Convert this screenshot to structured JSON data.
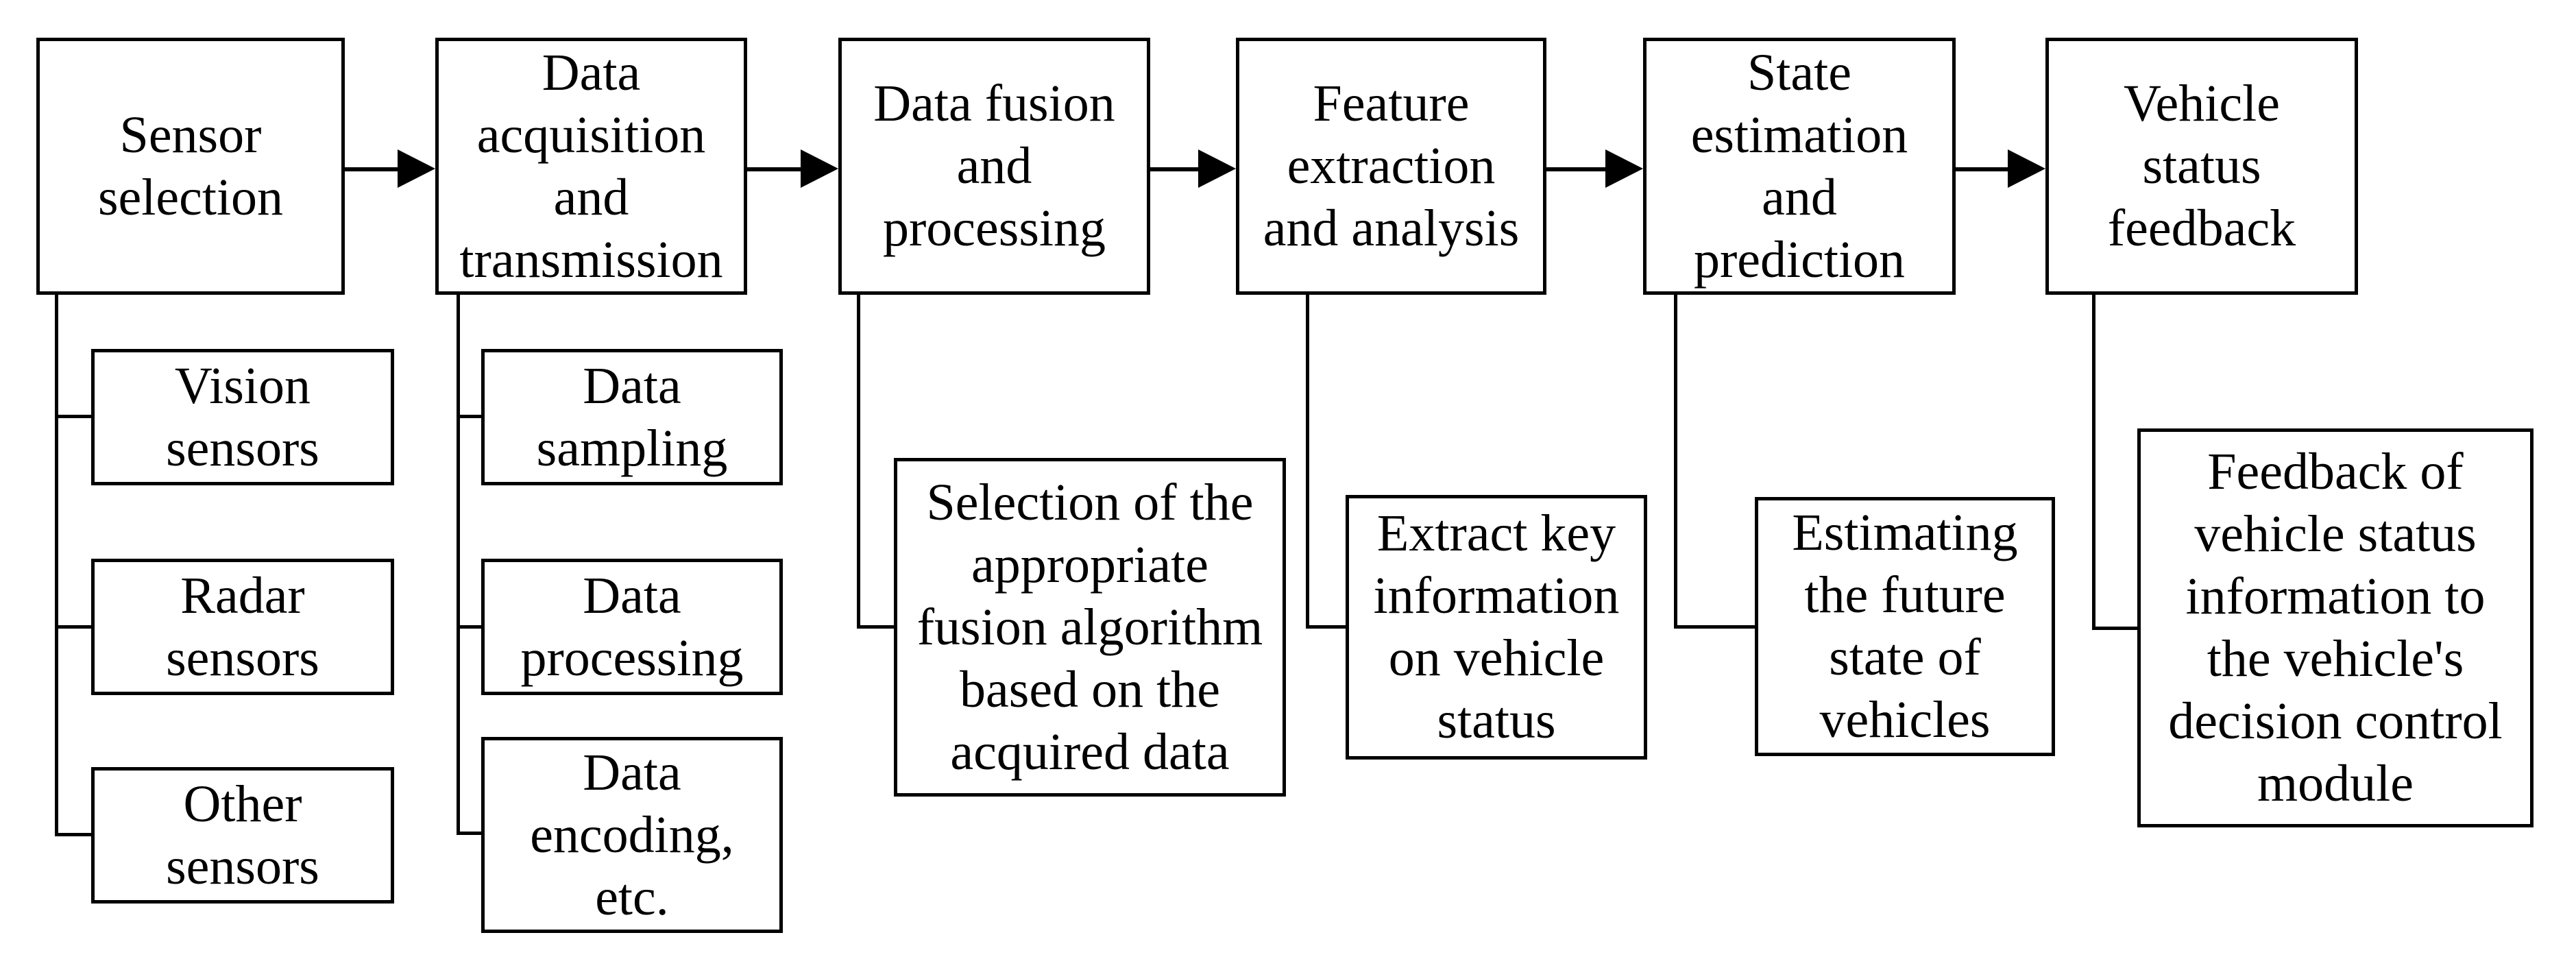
{
  "page": {
    "background": "#ffffff"
  },
  "flow": {
    "type": "flowchart",
    "direction": "left-to-right",
    "colors": {
      "line": "#000000",
      "box_border": "#000000",
      "box_background": "#ffffff",
      "text": "#000000"
    },
    "steps": [
      {
        "label": "Sensor\nselection",
        "children": [
          {
            "label": "Vision\nsensors"
          },
          {
            "label": "Radar\nsensors"
          },
          {
            "label": "Other\nsensors"
          }
        ]
      },
      {
        "label": "Data\nacquisition\nand\ntransmission",
        "children": [
          {
            "label": "Data\nsampling"
          },
          {
            "label": "Data\nprocessing"
          },
          {
            "label": "Data\nencoding,\netc."
          }
        ]
      },
      {
        "label": "Data fusion\nand\nprocessing",
        "children": [
          {
            "label": "Selection of the\nappropriate\nfusion algorithm\nbased on the\nacquired data"
          }
        ]
      },
      {
        "label": "Feature\nextraction\nand analysis",
        "children": [
          {
            "label": "Extract key\ninformation\non vehicle\nstatus"
          }
        ]
      },
      {
        "label": "State\nestimation\nand\nprediction",
        "children": [
          {
            "label": "Estimating\nthe future\nstate of\nvehicles"
          }
        ]
      },
      {
        "label": "Vehicle\nstatus\nfeedback",
        "children": [
          {
            "label": "Feedback of\nvehicle status\ninformation to\nthe vehicle's\ndecision control\nmodule"
          }
        ]
      }
    ]
  }
}
